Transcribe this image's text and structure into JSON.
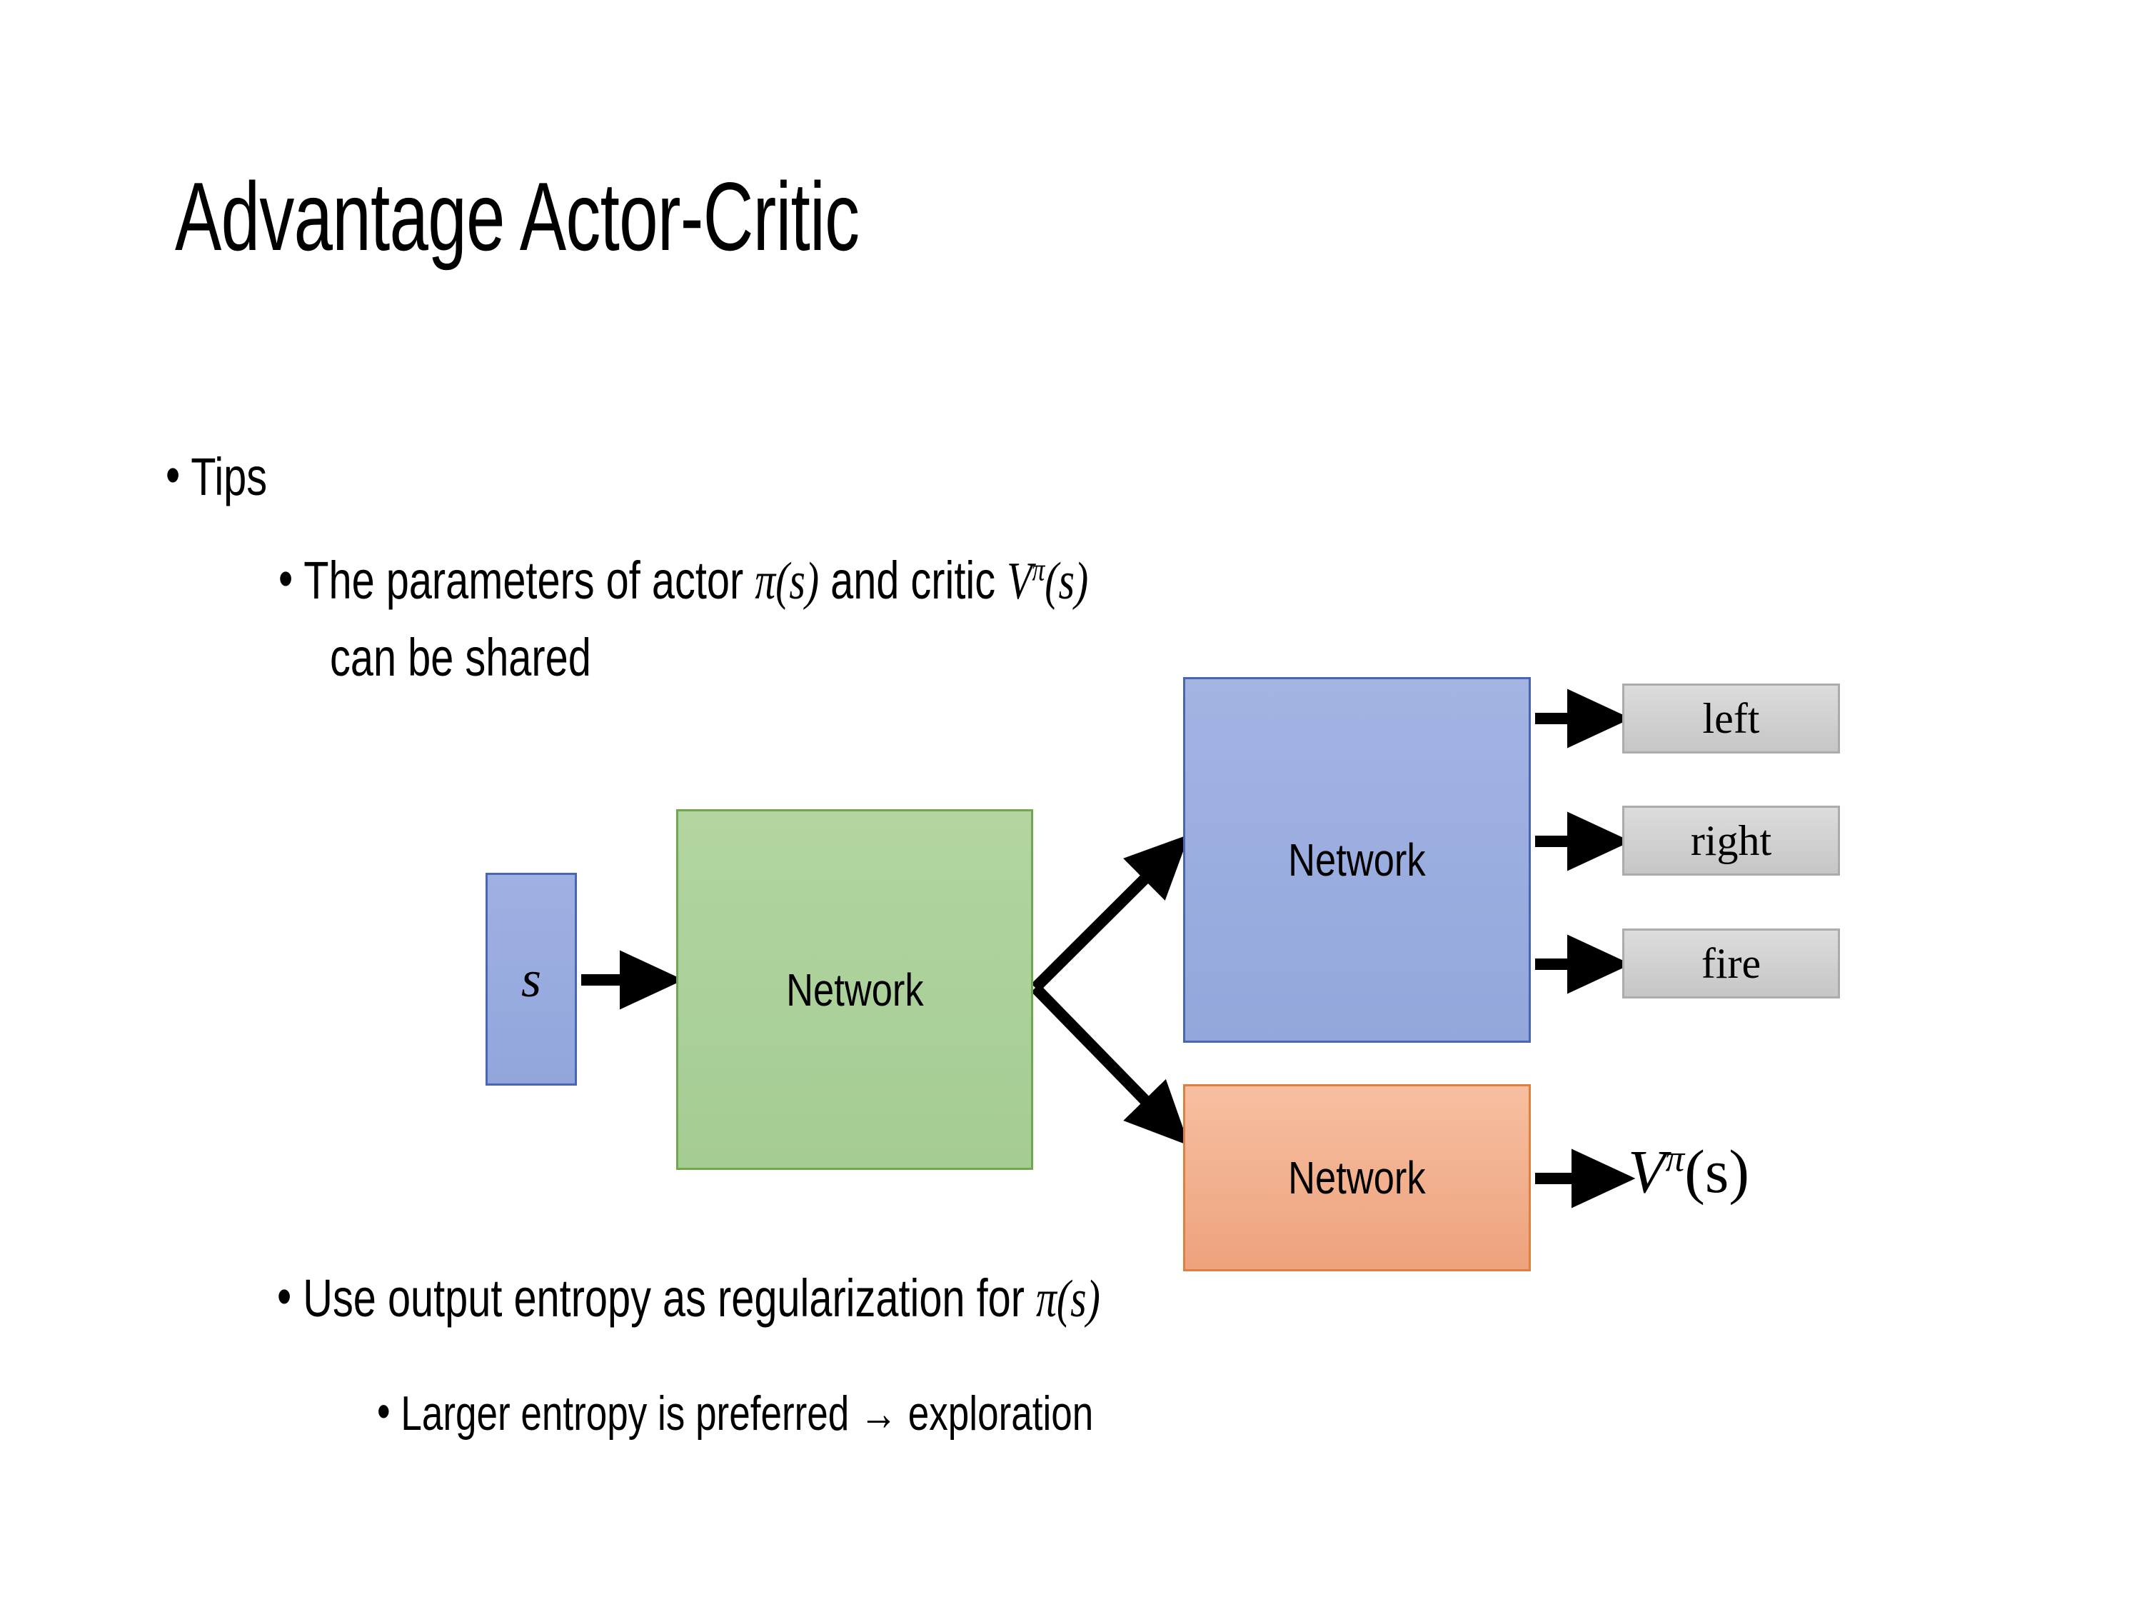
{
  "slide": {
    "title": "Advantage Actor-Critic",
    "background_color": "#FFFFFF"
  },
  "bullets": {
    "tips": {
      "marker": "•",
      "text": "Tips"
    },
    "params_line1": {
      "marker": "•",
      "prefix": "The parameters of actor ",
      "math_actor_pi": "π",
      "math_actor_arg": "(s)",
      "middle": "  and critic ",
      "math_critic_v": "V",
      "math_critic_sup": "π",
      "math_critic_arg": "(s)"
    },
    "params_line2": {
      "text": "can be shared"
    },
    "entropy": {
      "marker": "•",
      "prefix": "Use output entropy as regularization for ",
      "math_pi": "π",
      "math_arg": "(s)"
    },
    "larger": {
      "marker": "•",
      "text": "Larger entropy is preferred → exploration"
    }
  },
  "diagram": {
    "state_box": {
      "label": "s",
      "fill": "#96A9DE",
      "border": "#4A66B0"
    },
    "shared_network": {
      "label": "Network",
      "fill": "#ABD09A",
      "border": "#6FA84F"
    },
    "actor_network": {
      "label": "Network",
      "fill": "#96A9DE",
      "border": "#4A66B0"
    },
    "critic_network": {
      "label": "Network",
      "fill": "#F0A883",
      "border": "#E08040"
    },
    "action_outputs": [
      {
        "label": "left",
        "fill": "#D0D0D0",
        "border": "#ACACAC"
      },
      {
        "label": "right",
        "fill": "#D0D0D0",
        "border": "#ACACAC"
      },
      {
        "label": "fire",
        "fill": "#D0D0D0",
        "border": "#ACACAC"
      }
    ],
    "value_output": {
      "symbol": "V",
      "superscript": "π",
      "argument": "(s)"
    },
    "arrow_color": "#000000"
  }
}
